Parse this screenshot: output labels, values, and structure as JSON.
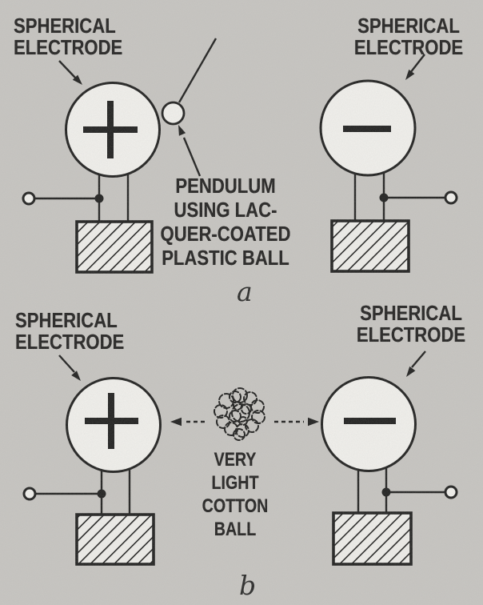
{
  "colors": {
    "paper": "#c7c5c1",
    "ink": "#1a1a19",
    "sphere_fill": "#f3f2ee"
  },
  "section_a": {
    "caption": "a",
    "left_electrode": {
      "label_line1": "SPHERICAL",
      "label_line2": "ELECTRODE",
      "polarity": "+"
    },
    "right_electrode": {
      "label_line1": "SPHERICAL",
      "label_line2": "ELECTRODE",
      "polarity": "−"
    },
    "pendulum_note_line1": "PENDULUM",
    "pendulum_note_line2": "USING LAC-",
    "pendulum_note_line3": "QUER-COATED",
    "pendulum_note_line4": "PLASTIC BALL"
  },
  "section_b": {
    "caption": "b",
    "left_electrode": {
      "label_line1": "SPHERICAL",
      "label_line2": "ELECTRODE",
      "polarity": "+"
    },
    "right_electrode": {
      "label_line1": "SPHERICAL",
      "label_line2": "ELECTRODE",
      "polarity": "−"
    },
    "cotton_note_line1": "VERY",
    "cotton_note_line2": "LIGHT",
    "cotton_note_line3": "COTTON",
    "cotton_note_line4": "BALL"
  }
}
